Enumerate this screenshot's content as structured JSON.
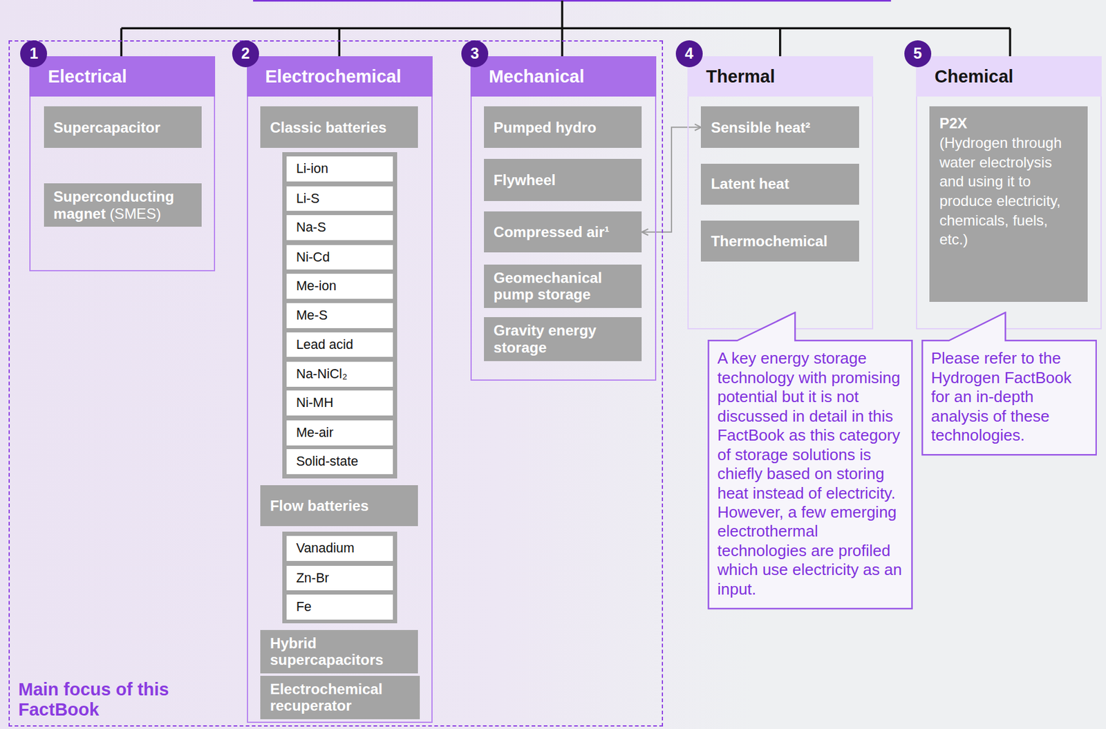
{
  "diagram": {
    "nodes": [
      {
        "text": [
          "Main focus of this FactBook"
        ]
      },
      {
        "text": [
          "Electrical"
        ],
        "in": 0
      },
      {
        "text": [
          "Supercapacitor"
        ],
        "in": 1
      },
      {
        "text": [
          "Superconducting magnet",
          "(SMES)"
        ],
        "in": 1
      },
      {
        "text": [
          "Electrochemical"
        ],
        "in": 0
      },
      {
        "text": [
          "Classic batteries"
        ],
        "in": 4
      },
      {
        "text": [
          "Li-ion"
        ],
        "in": 4
      },
      {
        "text": [
          "Li-S"
        ],
        "in": 4
      },
      {
        "text": [
          "Na-S"
        ],
        "in": 4
      },
      {
        "text": [
          "Ni-Cd"
        ],
        "in": 4
      },
      {
        "text": [
          "Me-ion"
        ],
        "in": 4
      },
      {
        "text": [
          "Me-S"
        ],
        "in": 4
      },
      {
        "text": [
          "Lead acid"
        ],
        "in": 4
      },
      {
        "text": [
          "Na-NiCl₂"
        ],
        "in": 4
      },
      {
        "text": [
          "Ni-MH"
        ],
        "in": 4
      },
      {
        "text": [
          "Me-air"
        ],
        "in": 4
      },
      {
        "text": [
          "Solid-state"
        ],
        "in": 4
      },
      {
        "text": [
          "Flow batteries"
        ],
        "in": 4
      },
      {
        "text": [
          "Vanadium"
        ],
        "in": 4
      },
      {
        "text": [
          "Zn-Br"
        ],
        "in": 4
      },
      {
        "text": [
          "Fe"
        ],
        "in": 4
      },
      {
        "text": [
          "Hybrid supercapacitors"
        ],
        "in": 4
      },
      {
        "text": [
          "Electrochemical recuperator"
        ],
        "in": 4
      },
      {
        "text": [
          "Mechanical"
        ],
        "in": 0
      },
      {
        "text": [
          "Pumped hydro"
        ],
        "in": 23
      },
      {
        "text": [
          "Flywheel"
        ],
        "in": 23
      },
      {
        "text": [
          "Compressed air¹"
        ],
        "in": 23
      },
      {
        "text": [
          "Geomechanical pump storage"
        ],
        "in": 23
      },
      {
        "text": [
          "Gravity energy storage"
        ],
        "in": 23
      },
      {
        "text": [
          "Thermal"
        ]
      },
      {
        "text": [
          "Sensible heat²"
        ],
        "in": 29
      },
      {
        "text": [
          "Latent heat"
        ],
        "in": 29
      },
      {
        "text": [
          "Thermochemical"
        ],
        "in": 29
      },
      {
        "text": [
          "Chemical"
        ]
      },
      {
        "text": [
          "P2X",
          "(Hydrogen through water electrolysis and using it to produce electricity, chemicals, fuels, etc.)"
        ],
        "in": 33
      },
      {
        "text": [
          "A key energy storage technology with promising potential but it is not discussed in detail in this FactBook as this category of storage solutions is chiefly based on storing heat instead of electricity. However, a few emerging electrothermal technologies are profiled which use electricity as an input."
        ]
      },
      {
        "text": [
          "Please refer to the Hydrogen FactBook for an in-depth analysis of these technologies."
        ]
      }
    ],
    "edges": [
      {
        "from": 30,
        "to": 26,
        "arrow": "both"
      }
    ],
    "labels": [
      "1",
      "2",
      "3",
      "4",
      "5"
    ]
  }
}
